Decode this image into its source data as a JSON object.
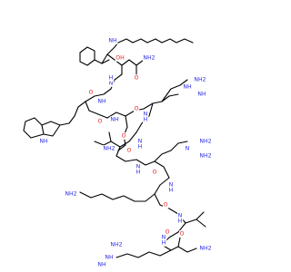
{
  "structure": {
    "element_colors": {
      "N": "#2a2ae8",
      "O": "#e82020",
      "C": "#000000"
    },
    "labels": {
      "nh_1": "NH",
      "oh": "OH",
      "nh2_amide_1": "NH2",
      "o_amide_1": "O",
      "n_1": "N",
      "h_1": "H",
      "o_1": "O",
      "nh_2": "NH",
      "nh_indole": "NH",
      "nh_3": "NH",
      "o_2": "O",
      "nh2_amide_2": "NH2",
      "o_amide_2": "O",
      "n_2": "N",
      "h_2": "H",
      "o_3": "O",
      "nh_guan_1": "NH",
      "nh2_guan_1": "NH2",
      "nh_guan_imine_1": "NH",
      "n_3": "N",
      "h_3": "H",
      "o_4": "O",
      "n_4": "N",
      "h_4": "H",
      "nh_guan_2": "N",
      "nh2_guan_2": "NH2",
      "nh2_guan_3": "NH2",
      "o_5": "O",
      "n_5": "N",
      "h_5": "H",
      "nh2_lys": "NH2",
      "o_6": "O",
      "n_6": "N",
      "h_6": "H",
      "o_7": "O",
      "n_7": "N",
      "h_7": "H",
      "nh_guan_3": "NH",
      "nh2_guan_4": "NH2",
      "nh_guan_imine_2": "NH",
      "nh2_term": "NH2",
      "o_8": "O"
    }
  }
}
